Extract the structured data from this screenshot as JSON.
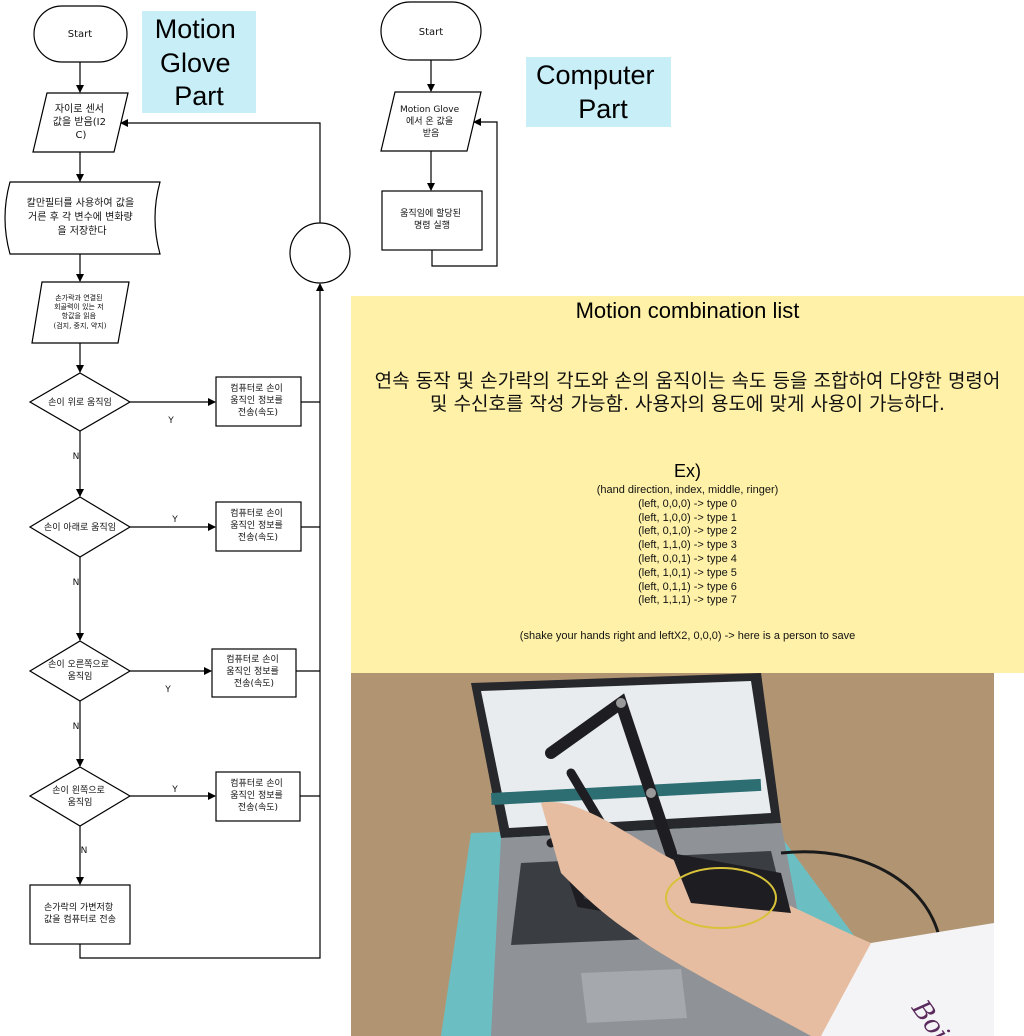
{
  "motion_glove": {
    "title": [
      "Motion",
      "Glove",
      "Part"
    ],
    "start": "Start",
    "steps": {
      "read_gyro": [
        "자이로 센서",
        "값을 받음(I2",
        "C)"
      ],
      "kalman": [
        "칼만필터를 사용하여 값을",
        "거른 후 각 변수에 변화량",
        "을 저장한다"
      ],
      "finger_angle": [
        "손가락과 연결된",
        "회골력이 있는 저",
        "항값을 읽음",
        "(검지, 중지, 약지)"
      ]
    },
    "decisions": [
      {
        "question": [
          "손이 위로 움직임"
        ],
        "action": [
          "컴퓨터로 손이",
          "움직인 정보를",
          "전송(속도)"
        ]
      },
      {
        "question": [
          "손이 아래로 움직임"
        ],
        "action": [
          "컴퓨터로 손이",
          "움직인 정보를",
          "전송(속도)"
        ]
      },
      {
        "question": [
          "손이 오른쪽으로",
          "움직임"
        ],
        "action": [
          "컴퓨터로 손이",
          "움직인 정보를",
          "전송(속도)"
        ]
      },
      {
        "question": [
          "손이 왼쪽으로",
          "움직임"
        ],
        "action": [
          "컴퓨터로 손이",
          "움직인 정보를",
          "전송(속도)"
        ]
      }
    ],
    "final": [
      "손가락의 가변저항",
      "값을 컴퓨터로 전송"
    ],
    "yes_label": "Y",
    "no_label": "N"
  },
  "computer": {
    "title": [
      "Computer",
      "Part"
    ],
    "start": "Start",
    "receive": [
      "Motion Glove",
      "에서 온 값을",
      "받음"
    ],
    "execute": [
      "움직임에 할당된",
      "명령 실행"
    ]
  },
  "motion_combination": {
    "title": "Motion combination list",
    "description": "연속 동작 및 손가락의 각도와 손의 움직이는 속도 등을 조합하여 다양한 명령어 및 수신호를 작성 가능함. 사용자의 용도에 맞게 사용이 가능하다.",
    "example_title": "Ex)",
    "lines": [
      "(hand direction, index, middle, ringer)",
      "(left, 0,0,0) -> type 0",
      "(left, 1,0,0) -> type 1",
      "(left, 0,1,0) -> type 2",
      "(left, 1,1,0) -> type 3",
      "(left, 0,0,1) -> type 4",
      "(left, 1,0,1) -> type 5",
      "(left, 0,1,1) -> type 6",
      "(left, 1,1,1) -> type 7"
    ],
    "rescue": "(shake your hands right and leftX2, 0,0,0) -> here is a person to save"
  },
  "photo": {
    "sleeve_text": "Boin",
    "colors": {
      "floor": "#b59a78",
      "mat": "#6bbfc2",
      "laptop": "#8f9296",
      "glove": "#1d1d22",
      "highlight": "#c8eef8",
      "panel": "#fff2a8"
    }
  }
}
